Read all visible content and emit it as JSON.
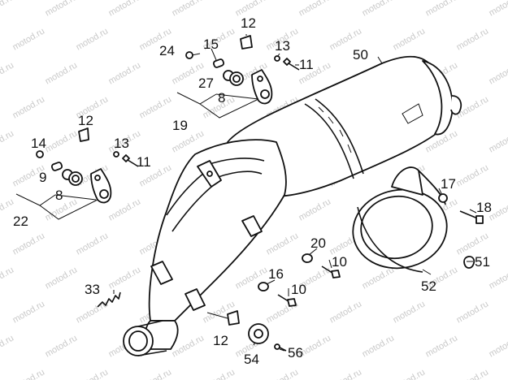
{
  "watermark": "motod.ru",
  "callouts": {
    "c12a": "12",
    "c24": "24",
    "c15": "15",
    "c13a": "13",
    "c11a": "11",
    "c50": "50",
    "c27": "27",
    "c8a": "8",
    "c19": "19",
    "c12b": "12",
    "c14": "14",
    "c13b": "13",
    "c11b": "11",
    "c9": "9",
    "c8b": "8",
    "c22": "22",
    "c17": "17",
    "c18": "18",
    "c20": "20",
    "c10a": "10",
    "c51": "51",
    "c16": "16",
    "c10b": "10",
    "c52": "52",
    "c33": "33",
    "c12c": "12",
    "c54": "54",
    "c56": "56"
  }
}
